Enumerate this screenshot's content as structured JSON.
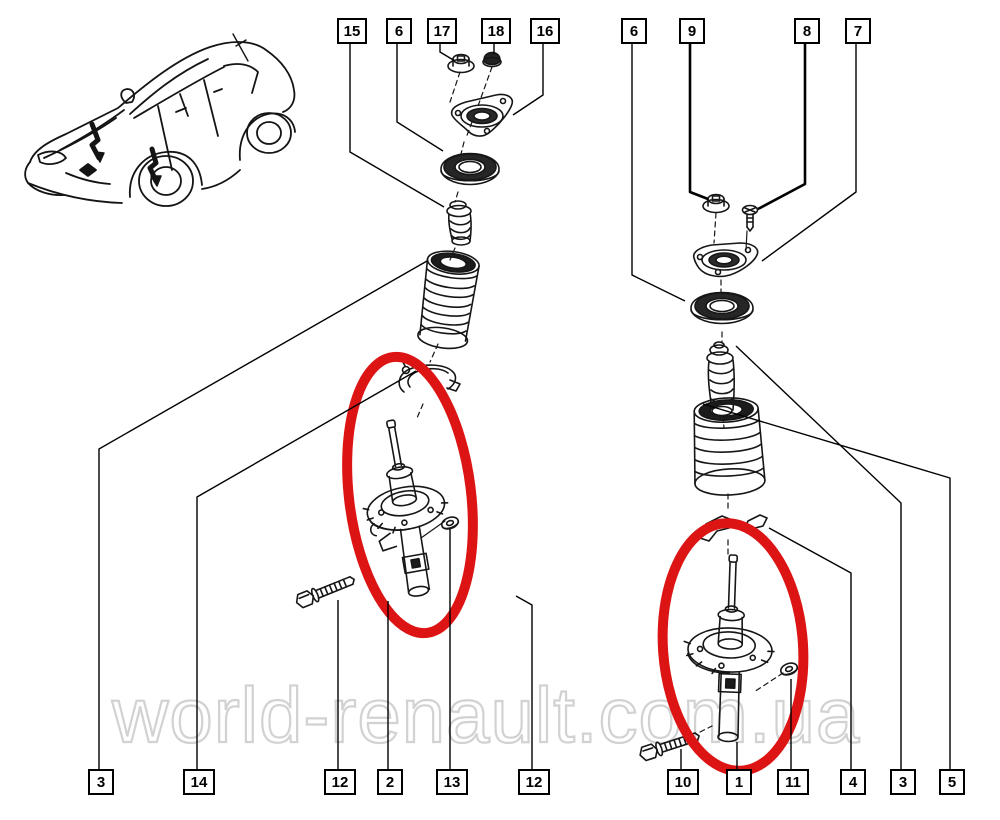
{
  "diagram": {
    "kind": "exploded-parts-diagram",
    "subject": "front suspension strut assemblies (left and right) with numbered part callouts",
    "vehicle": "hatchback line drawing"
  },
  "watermark": {
    "text": "world-renault.com.ua"
  },
  "colors": {
    "highlight": "#dd1414",
    "line": "#000000",
    "watermark_stroke": "#d2d2d2"
  },
  "callouts": [
    {
      "label": "15"
    },
    {
      "label": "6"
    },
    {
      "label": "17"
    },
    {
      "label": "18"
    },
    {
      "label": "16"
    },
    {
      "label": "6"
    },
    {
      "label": "9"
    },
    {
      "label": "8"
    },
    {
      "label": "7"
    },
    {
      "label": "3"
    },
    {
      "label": "14"
    },
    {
      "label": "12"
    },
    {
      "label": "2"
    },
    {
      "label": "13"
    },
    {
      "label": "12"
    },
    {
      "label": "10"
    },
    {
      "label": "1"
    },
    {
      "label": "11"
    },
    {
      "label": "4"
    },
    {
      "label": "3"
    },
    {
      "label": "5"
    }
  ]
}
